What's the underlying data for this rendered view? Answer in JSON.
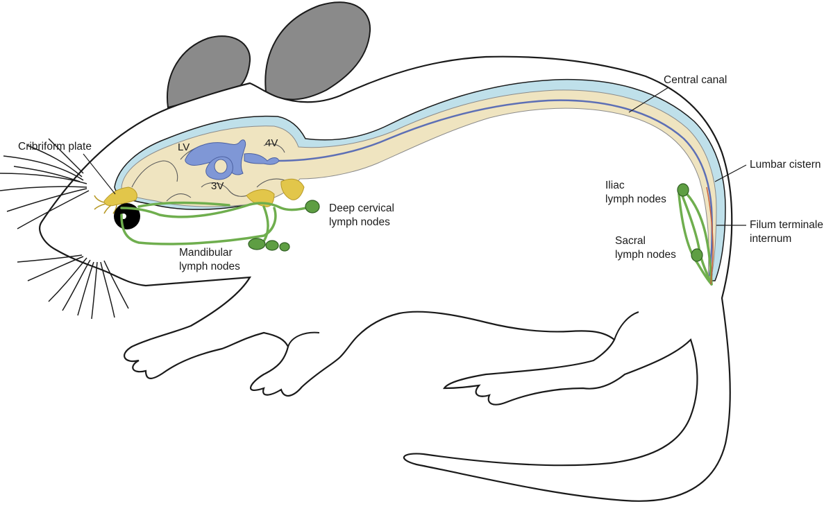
{
  "labels": {
    "cribriform_plate": "Cribriform plate",
    "central_canal": "Central canal",
    "lumbar_cistern": "Lumbar cistern",
    "filum_terminale": [
      "Filum terminale",
      "internum"
    ],
    "iliac_nodes": [
      "Iliac",
      "lymph nodes"
    ],
    "sacral_nodes": [
      "Sacral",
      "lymph nodes"
    ],
    "deep_cervical_nodes": [
      "Deep cervical",
      "lymph nodes"
    ],
    "mandibular_nodes": [
      "Mandibular",
      "lymph nodes"
    ],
    "lateral_ventricle": "LV",
    "third_ventricle": "3V",
    "fourth_ventricle": "4V"
  },
  "colors": {
    "outline": "#1a1a1a",
    "ear": "#8a8a8a",
    "csf": "#bfe0ea",
    "brain_cord": "#efe4c0",
    "ventricle": "#7f97d6",
    "central_canal": "#5d6fb5",
    "cribriform": "#e2c64a",
    "lymph": "#6fae4e",
    "node": "#5e9e43",
    "filum": "#c9603a"
  }
}
